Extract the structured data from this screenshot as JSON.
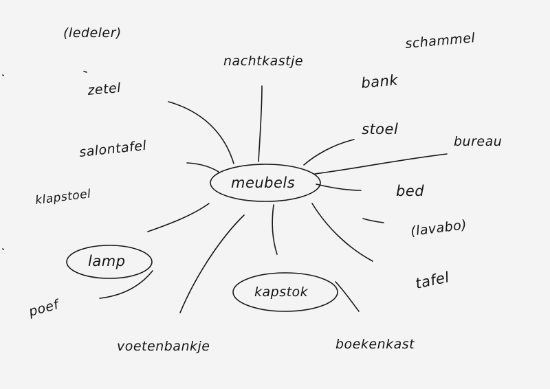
{
  "diagram": {
    "central_node": "meubels",
    "circled_nodes": [
      "lamp",
      "kapstok"
    ],
    "nodes": [
      "(ledeler)",
      "nachtkastje",
      "schammel",
      "zetel",
      "bank",
      "stoel",
      "bureau",
      "salontafel",
      "bed",
      "klapstoel",
      "(lavabo)",
      "tafel",
      "poef",
      "voetenbankje",
      "boekenkast"
    ]
  },
  "colors": {
    "paper": "#f4f4f4",
    "ink": "#161616"
  }
}
